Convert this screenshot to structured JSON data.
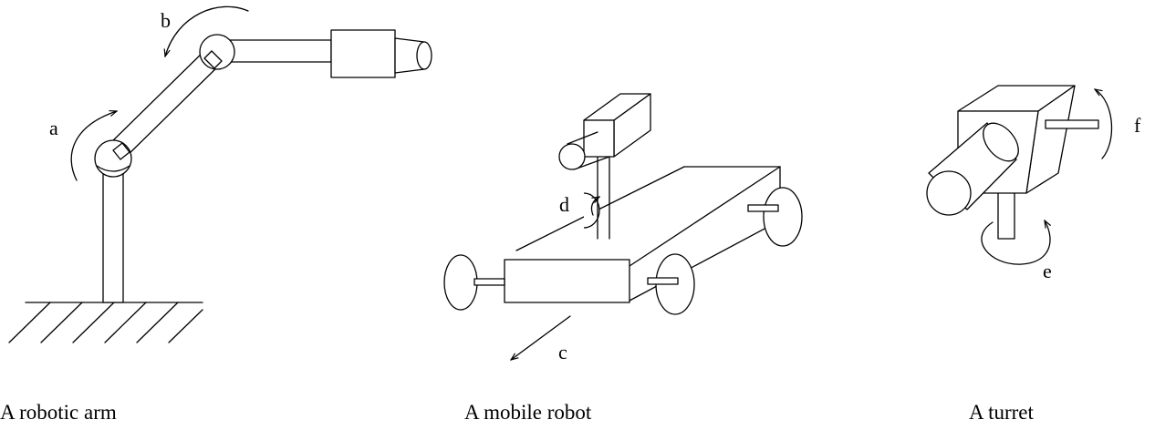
{
  "figures": {
    "arm": {
      "caption": "A robotic arm",
      "labels": {
        "a": "a",
        "b": "b"
      }
    },
    "mobile": {
      "caption": "A mobile robot",
      "labels": {
        "c": "c",
        "d": "d"
      }
    },
    "turret": {
      "caption": "A turret",
      "labels": {
        "e": "e",
        "f": "f"
      }
    }
  }
}
